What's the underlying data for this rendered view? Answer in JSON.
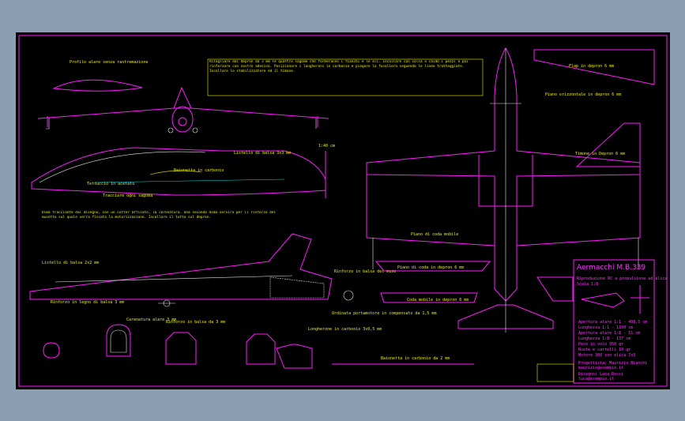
{
  "title": {
    "name": "Aermacchi M.B.339",
    "subtitle_1": "Riproduzione RC a propulsione ad elica",
    "subtitle_2": "Scala 1:8",
    "specs": [
      "Apertura alare 1:1 - 408,5 cm",
      "Lunghezza 1:1 - 1100 cm",
      "Apertura alare 1:8 - 51 cm",
      "Lunghezza 1:8 - 137 cm",
      "Peso in volo 950 gr",
      "Ruote e carrelli 10 gr",
      "Motore 380 con elica 7x3"
    ],
    "credits": [
      "Progettista: Maurizio Bianchi",
      "maurizio@esempio.it",
      "Disegno: Luca Rossi",
      "luca@esempio.it"
    ]
  },
  "notes": {
    "main_text": "Ritagliare dal depron da 3 mm le quattro sagome che formeranno i fianchi e le ali. Incollare con colla a caldo i pezzi e poi rinforzare con nastro adesivo. Posizionare i longheroni in carbonio e piegare la fusoliera seguendo le linee tratteggiate. Incollare lo stabilizzatore ed il timone.",
    "bottom_text": "Dima tracciante dal disegno, con un cutter affilato, la carenatura. Una seconda dima servira per il rinforzo del musetto sul quale verra fissata la motorizzazione. Incollare il tutto sul depron.",
    "rib_label": "Profilo alare senza rastremazione",
    "stations_label": "Tracciare ogni sagoma",
    "angle_label": "1:40 cm",
    "balsa_label": "Listello di balsa 3x3 mm",
    "insert_label": "Baionetta in carbonio",
    "cockpit_label": "Tettuccio in acetato",
    "wing_joint_label": "Longherone in carbonio",
    "caption_1": "Timone in Depron 6 mm",
    "caption_2": "Piano di coda in depron 6 mm",
    "caption_3": "Flap in depron 6 mm",
    "caption_4": "Piano orizzontale in depron 6 mm",
    "caption_5": "Rinforzo in legno di balsa 3 mm",
    "caption_6": "Coda mobile in depron 6 mm",
    "caption_7": "Rinforzo in balsa del muso",
    "caption_8": "Ordinata portamotore in compensato da 1,5 mm",
    "caption_9": "Listello di balsa 2x2 mm",
    "caption_10": "Longherone in carbonio 3x0,5 mm",
    "caption_11": "Carenatura alare 3 mm",
    "caption_12": "Rinforzo in balsa da 3 mm",
    "caption_13": "Baionetta in carbonio da 2 mm",
    "caption_14": "Piano di coda mobile"
  },
  "colors": {
    "background": "#8a9fb2",
    "sheet": "#000000",
    "outline": "#ff1aff",
    "text": "#f0f000",
    "accent": "#00e0e0"
  }
}
